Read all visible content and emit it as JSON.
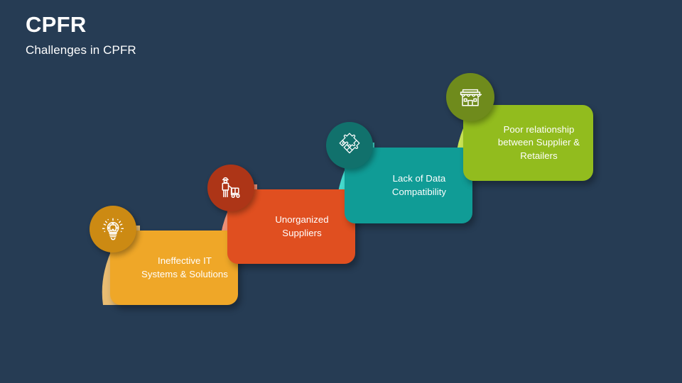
{
  "header": {
    "title": "CPFR",
    "subtitle": "Challenges in CPFR"
  },
  "theme": {
    "background": "#263c54",
    "text_color": "#ffffff"
  },
  "diagram": {
    "type": "ascending-steps",
    "steps": [
      {
        "index": 1,
        "label": "Ineffective IT Systems & Solutions",
        "icon": "lightbulb-puzzle-icon",
        "card_color": "#efa728",
        "badge_color": "#cc8a13",
        "wedge_color": "#e8bc72"
      },
      {
        "index": 2,
        "label": "Unorganized Suppliers",
        "icon": "worker-handcart-icon",
        "card_color": "#e04f20",
        "badge_color": "#ad3517",
        "wedge_color": "#ef9277"
      },
      {
        "index": 3,
        "label": "Lack of Data Compatibility",
        "icon": "puzzle-pieces-icon",
        "card_color": "#109c96",
        "badge_color": "#11716c",
        "wedge_color": "#45dcd0"
      },
      {
        "index": 4,
        "label": "Poor relationship between Supplier & Retailers",
        "icon": "storefront-icon",
        "card_color": "#92bc1e",
        "badge_color": "#6f8b1c",
        "wedge_color": "#cbe656"
      }
    ]
  }
}
